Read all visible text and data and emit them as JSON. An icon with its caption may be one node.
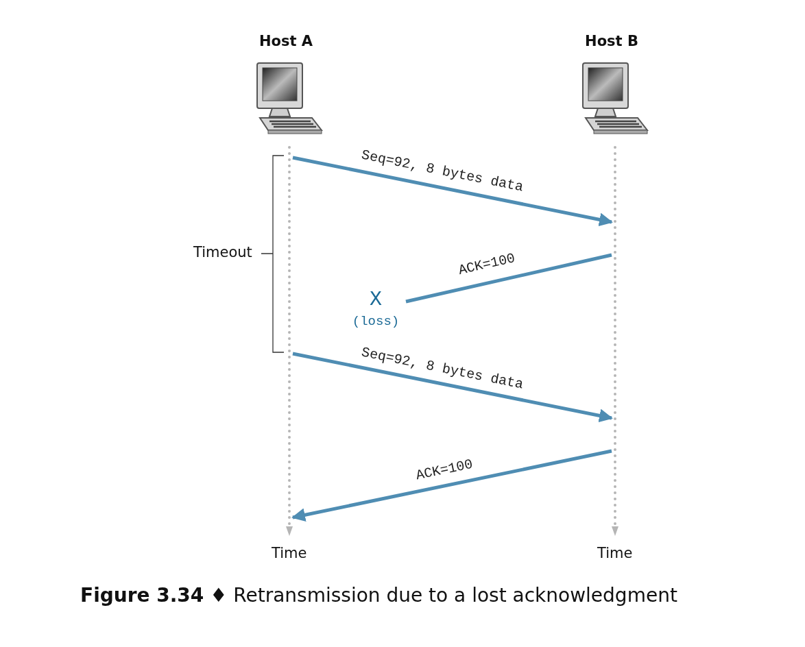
{
  "diagram": {
    "caption": "**Figure 3.34** ♦ Retransmission due to a lost acknowledgment",
    "nodes": [
      {
        "text": [
          "Host A"
        ]
      },
      {
        "text": [
          "Host B"
        ]
      },
      {
        "text": [],
        "shape": "line",
        "beside": [
          "Time"
        ]
      },
      {
        "text": [],
        "shape": "line",
        "beside": [
          "Time"
        ]
      },
      {
        "text": [
          "X",
          "(loss)"
        ]
      }
    ],
    "edges": [
      {
        "from": 2,
        "to": 3,
        "arrow": "to",
        "label": "Seq=92, 8 bytes data"
      },
      {
        "from": 3,
        "to": 4,
        "arrow": "none",
        "label": "ACK=100"
      },
      {
        "from": 2,
        "to": 3,
        "arrow": "to",
        "label": "Seq=92, 8 bytes data"
      },
      {
        "from": 3,
        "to": 2,
        "arrow": "to",
        "label": "ACK=100"
      }
    ],
    "labels": [
      "Timeout"
    ]
  }
}
